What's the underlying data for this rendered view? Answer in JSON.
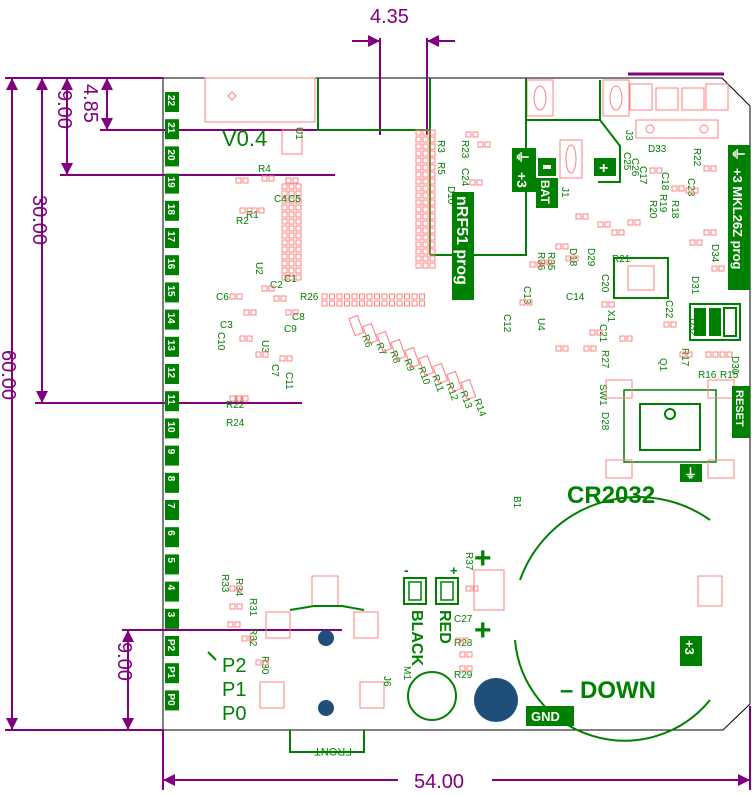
{
  "dimensions": {
    "d_4_35": "4.35",
    "d_4_85": "4.85",
    "d_9_00_top": "9.00",
    "d_30_00": "30.00",
    "d_60_00": "60.00",
    "d_9_00_bottom": "9.00",
    "d_54_00": "54.00"
  },
  "version": "V0.4",
  "pin_labels": [
    "22",
    "21",
    "20",
    "19",
    "18",
    "17",
    "16",
    "15",
    "14",
    "13",
    "12",
    "11",
    "10",
    "9",
    "8",
    "7",
    "6",
    "5",
    "4",
    "3",
    "P2",
    "P1",
    "P0"
  ],
  "big_labels": {
    "nrf51_prog": "nRF51 prog",
    "mkl26z_prog": "+3 MKL26Z prog",
    "cr2032": "CR2032",
    "down": "– DOWN",
    "gnd": "GND",
    "reset": "RESET",
    "bat": "BAT",
    "plus3_a": "+3",
    "plus3_b": "+3",
    "red": "RED",
    "black": "BLACK",
    "front": "FRONT",
    "p2": "P2",
    "p1": "P1",
    "p0": "P0"
  },
  "refdes": {
    "u1": "U1",
    "u2": "U2",
    "u3": "U3",
    "u4": "U4",
    "r4": "R4",
    "c4": "C4",
    "c5": "C5",
    "r1": "R1",
    "r2": "R2",
    "c1": "C1",
    "c2": "C2",
    "c6": "C6",
    "c8": "C8",
    "r26": "R26",
    "c3": "C3",
    "c10": "C10",
    "c9": "C9",
    "c7": "C7",
    "c11": "C11",
    "r22b": "R22",
    "r24": "R24",
    "r3": "R3",
    "r23": "R23",
    "c24": "C24",
    "r5": "R5",
    "d10": "D10",
    "r6": "R6",
    "r7": "R7",
    "r8": "R8",
    "r9": "R9",
    "r10": "R10",
    "r11": "R11",
    "r12": "R12",
    "r13": "R13",
    "r14": "R14",
    "j1": "J1",
    "j3": "J3",
    "d33": "D33",
    "c25": "C25",
    "c26": "C26",
    "c17": "C17",
    "c18": "C18",
    "r22": "R22",
    "r19": "R19",
    "c23": "C23",
    "r18": "R18",
    "r20": "R20",
    "d18": "D18",
    "d29": "D29",
    "r21": "R21",
    "r35": "R35",
    "r36": "R36",
    "c13": "C13",
    "c14": "C14",
    "c12": "C12",
    "c20": "C20",
    "d34": "D34",
    "d31": "D31",
    "d32": "D32",
    "x1": "X1",
    "c21": "C21",
    "r27": "R27",
    "c22": "C22",
    "r17": "R17",
    "d30": "D30",
    "r16": "R16",
    "r15": "R15",
    "q1": "Q1",
    "sw1": "SW1",
    "d28": "D28",
    "b1": "B1",
    "r37": "R37",
    "c27": "C27",
    "r28": "R28",
    "r29": "R29",
    "m1": "M1",
    "j6": "J6",
    "r33": "R33",
    "r34": "R34",
    "r31": "R31",
    "r32": "R32",
    "r30": "R30"
  },
  "colors": {
    "dimension": "#800080",
    "silkscreen": "#008000",
    "pad": "#ff8080",
    "mounting_hole": "#1f4e79"
  }
}
